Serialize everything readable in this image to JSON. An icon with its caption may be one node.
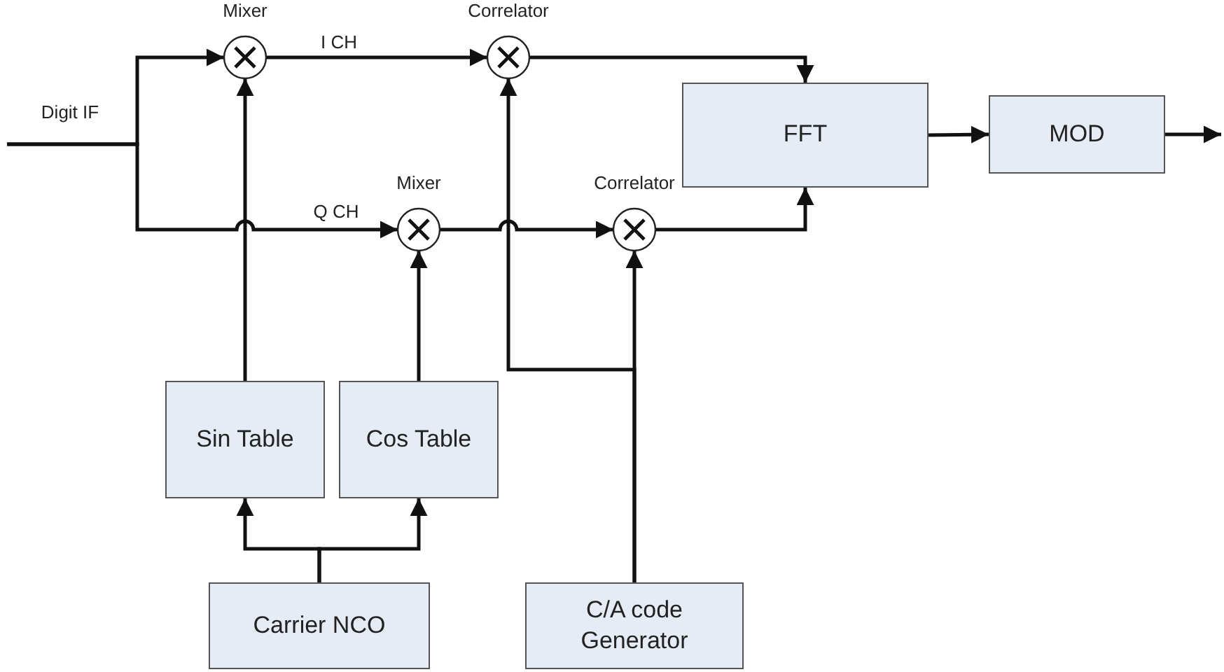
{
  "diagram": {
    "nodes": [
      {
        "text": [
          "Mixer"
        ]
      },
      {
        "text": [
          "Correlator"
        ]
      },
      {
        "text": [
          "Mixer"
        ]
      },
      {
        "text": [
          "Correlator"
        ]
      },
      {
        "text": [
          "FFT"
        ]
      },
      {
        "text": [
          "MOD"
        ]
      },
      {
        "text": [
          "Sin Table"
        ]
      },
      {
        "text": [
          "Cos Table"
        ]
      },
      {
        "text": [
          "Carrier NCO"
        ]
      },
      {
        "text": [
          "C/A code Generator"
        ]
      }
    ],
    "edges": [
      {
        "from": null,
        "to": 0,
        "arrow": "to",
        "label": "Digit IF"
      },
      {
        "from": null,
        "to": 2,
        "arrow": "to",
        "label": "Q CH"
      },
      {
        "from": 0,
        "to": 1,
        "arrow": "to",
        "label": "I CH"
      },
      {
        "from": 1,
        "to": 4,
        "arrow": "to"
      },
      {
        "from": 2,
        "to": 3,
        "arrow": "to"
      },
      {
        "from": 3,
        "to": 4,
        "arrow": "to"
      },
      {
        "from": 4,
        "to": 5,
        "arrow": "to"
      },
      {
        "from": 5,
        "to": null,
        "arrow": "to"
      },
      {
        "from": 6,
        "to": 0,
        "arrow": "to"
      },
      {
        "from": 7,
        "to": 2,
        "arrow": "to"
      },
      {
        "from": 8,
        "to": 6,
        "arrow": "to"
      },
      {
        "from": 8,
        "to": 7,
        "arrow": "to"
      },
      {
        "from": 9,
        "to": 3,
        "arrow": "to"
      },
      {
        "from": 9,
        "to": 1,
        "arrow": "to"
      }
    ]
  }
}
